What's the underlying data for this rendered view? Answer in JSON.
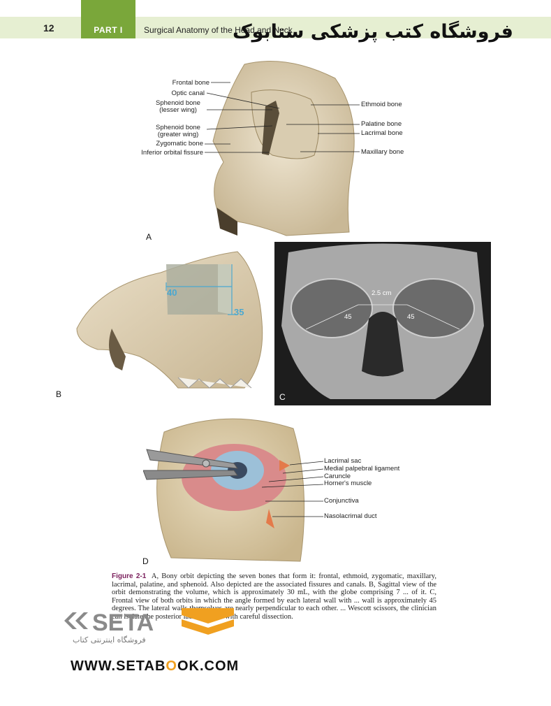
{
  "header": {
    "page_number": "12",
    "part": "PART I",
    "chapter_title": "Surgical Anatomy of the Head and Neck",
    "watermark_persian": "فروشگاه کتب پزشکی ستابوک",
    "colors": {
      "band": "#e6efd2",
      "tab": "#7aa73a"
    }
  },
  "figure_a": {
    "letter": "A",
    "labels_left": [
      "Frontal bone",
      "Optic canal",
      "Sphenoid bone\n(lesser wing)",
      "Sphenoid bone\n(greater wing)",
      "Zygomatic bone",
      "Inferior orbital fissure"
    ],
    "labels_right": [
      "Ethmoid bone",
      "Palatine bone",
      "Lacrimal bone",
      "Maxillary bone"
    ]
  },
  "figure_b": {
    "letter": "B",
    "dim_horizontal": "40",
    "dim_vertical": "35"
  },
  "figure_c": {
    "letter": "C",
    "distance": "2.5 cm",
    "angle_left": "45",
    "angle_right": "45"
  },
  "figure_d": {
    "letter": "D",
    "labels": [
      "Lacrimal sac",
      "Medial palpebral ligament",
      "Caruncle",
      "Horner's muscle",
      "Conjunctiva",
      "Nasolacrimal duct"
    ]
  },
  "caption": {
    "number": "Figure 2-1",
    "text": "A, Bony orbit depicting the seven bones that form it: frontal, ethmoid, zygomatic, maxillary, lacrimal, palatine, and sphenoid. Also depicted are the associated fissures and canals. B, Sagittal view of the orbit demonstrating the volume, which is approximately 30 mL, with the globe comprising 7 ... of it. C, Frontal view of both orbits in which the angle formed by each lateral wall with ... wall is approximately 45 degrees. The lateral walls themselves are nearly perpendicular to each other. ... Wescott scissors, the clinician can isolate the posterior lacrimal crest with careful dissection."
  },
  "watermark": {
    "url_pre": "WWW.SET",
    "url_o": "A",
    "url_mid": "B",
    "url_o2": "O",
    "url_post": "OK.COM",
    "sub": "فروشگاه اینترنتی کتاب",
    "colors": {
      "orange": "#f0a020",
      "gray": "#8a8a8a"
    }
  }
}
